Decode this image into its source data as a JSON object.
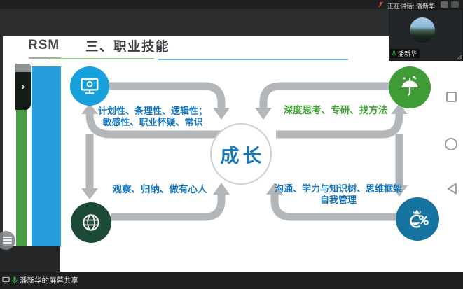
{
  "meeting": {
    "status_bar": {
      "speaking_label": "正在讲话: 潘新华"
    },
    "video_tile": {
      "name": "潘新华"
    },
    "share_bar": {
      "label": "潘新华的屏幕共享"
    }
  },
  "slide": {
    "logo": "RSM",
    "title": "三、职业技能",
    "center_label": "成长",
    "quadrants": {
      "top_left": {
        "line1": "计划性、条理性、逻辑性；",
        "line2": "敏感性、职业怀疑、常识"
      },
      "top_right": {
        "line1": "深度思考、专研、找方法"
      },
      "bottom_left": {
        "line1": "观察、归纳、做有心人"
      },
      "bottom_right": {
        "line1": "沟通、学力与知识树、思维框架",
        "line2": "自我管理"
      }
    }
  },
  "icons": {
    "chevron_glyph": "›",
    "top_left_circle": "monitor-icon",
    "top_right_circle": "umbrella-icon",
    "bottom_left_circle": "globe-icon",
    "bottom_right_circle": "percent-moneybag-icon"
  },
  "colors": {
    "accent_blue": "#18a0dc",
    "accent_green": "#3e9b35",
    "dark_green": "#1c4a36",
    "deep_blue": "#16749f",
    "text_blue": "#1576bb",
    "text_green": "#3da32f",
    "arrow_gray": "#b4b7b9",
    "strip_green": "#4a9e44",
    "strip_blue": "#259edb",
    "chrome_dark": "#1d1f20"
  }
}
